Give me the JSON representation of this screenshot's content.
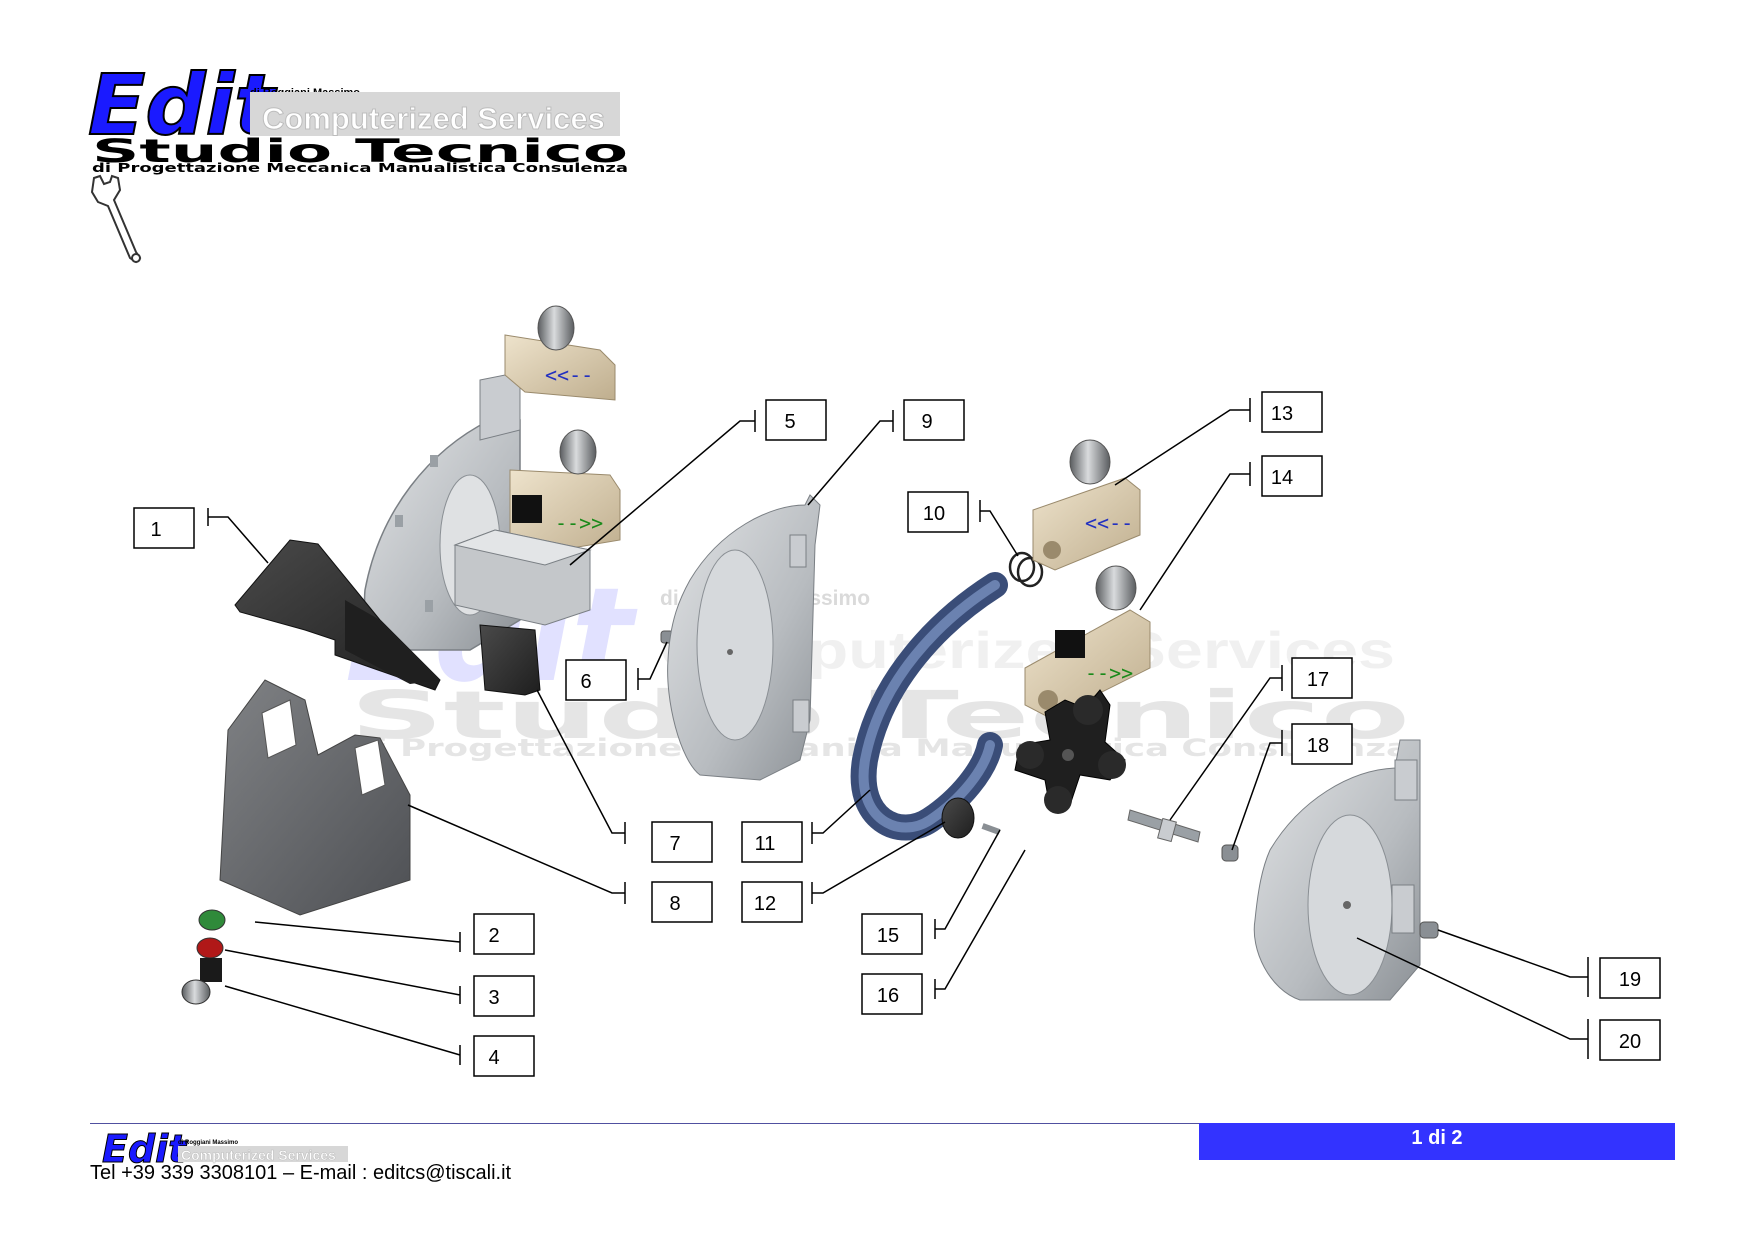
{
  "header": {
    "logo_word": "Edit",
    "logo_owner": "di Roggiani Massimo",
    "logo_services": "Computerized Services",
    "studio_title": "Studio Tecnico",
    "studio_subtitle": "di Progettazione Meccanica Manualistica Consulenza"
  },
  "watermark": {
    "owner": "di Roggiani Massimo",
    "services": "Computerized Services",
    "title": "Studio Tecnico",
    "subtitle": "di Progettazione Meccanica Manualistica Consulenza"
  },
  "callouts": [
    "1",
    "2",
    "3",
    "4",
    "5",
    "6",
    "7",
    "8",
    "9",
    "10",
    "11",
    "12",
    "13",
    "14",
    "15",
    "16",
    "17",
    "18",
    "19",
    "20"
  ],
  "footer": {
    "logo_word": "Edit",
    "logo_owner": "di Roggiani Massimo",
    "logo_services": "Computerized Services",
    "contact": "Tel +39 339 3308101 – E-mail : editcs@tiscali.it",
    "page_indicator": "1 di 2"
  },
  "colors": {
    "brand_blue": "#1a1aff",
    "page_bar": "#3333ff",
    "part_gray": "#b8bcc0",
    "part_dark": "#2a2a2a",
    "hose_blue": "#4a5f8a",
    "block_tan": "#d9cbb0"
  },
  "icons": [
    "wrench-icon"
  ]
}
